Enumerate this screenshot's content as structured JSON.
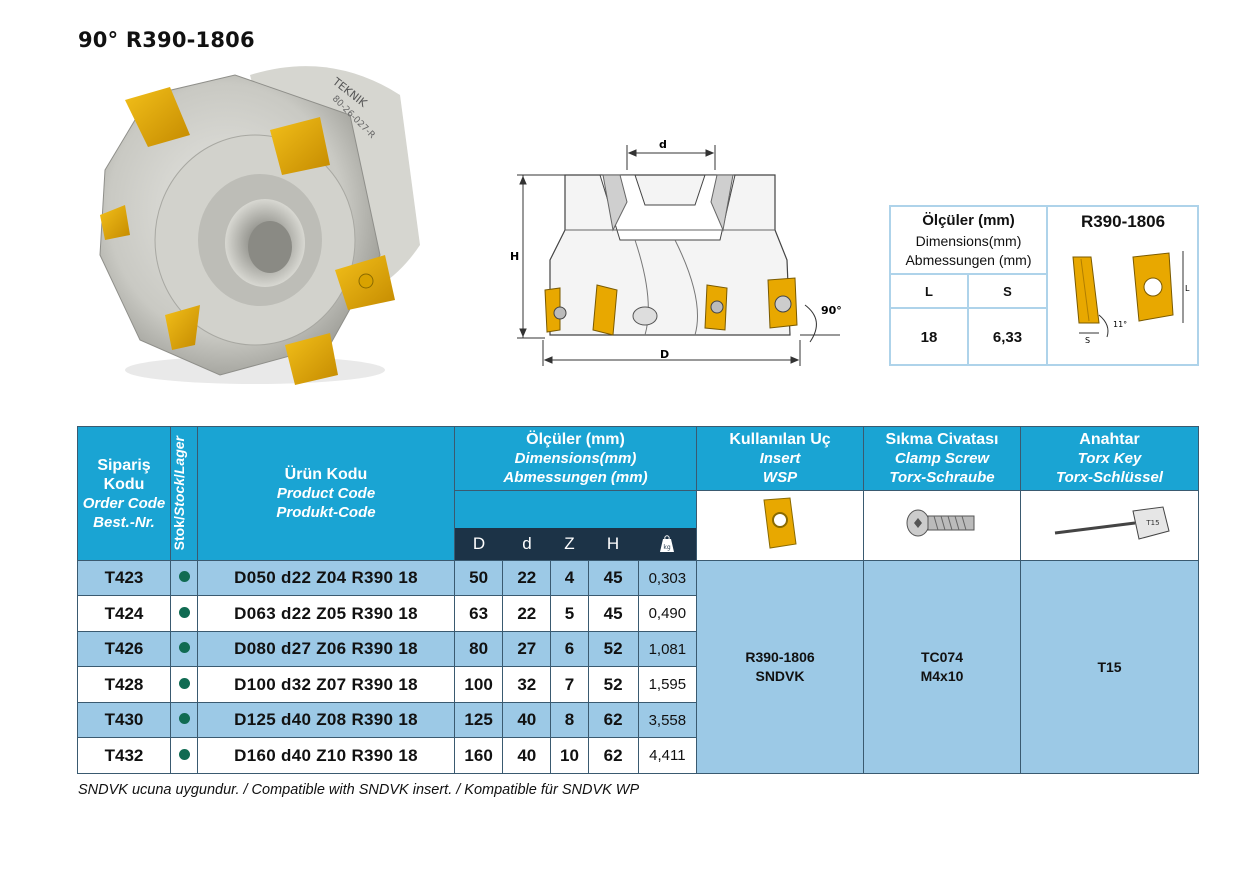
{
  "title": "90° R390-1806",
  "tool_marking": {
    "brand": "TEKNIK",
    "code": "80-26-027-R"
  },
  "drawing": {
    "d_label": "d",
    "h_label": "H",
    "D_label": "D",
    "angle_label": "90°"
  },
  "dimensions_box": {
    "header_tr": "Ölçüler (mm)",
    "header_en": "Dimensions(mm)",
    "header_de": "Abmessungen (mm)",
    "insert_name": "R390-1806",
    "col_l": "L",
    "col_s": "S",
    "val_l": "18",
    "val_s": "6,33",
    "insert_angle": "11°",
    "insert_l": "L",
    "insert_s": "S"
  },
  "table": {
    "col_order": {
      "tr": "Sipariş Kodu",
      "en": "Order Code",
      "de": "Best.-Nr."
    },
    "col_stock": {
      "tr": "Stok",
      "en": "Stock",
      "de": "Lager"
    },
    "col_product": {
      "tr": "Ürün Kodu",
      "en": "Product Code",
      "de": "Produkt-Code"
    },
    "col_dims": {
      "tr": "Ölçüler (mm)",
      "en": "Dimensions(mm)",
      "de": "Abmessungen (mm)"
    },
    "col_insert": {
      "tr": "Kullanılan Uç",
      "en": "Insert",
      "de": "WSP"
    },
    "col_screw": {
      "tr": "Sıkma Civatası",
      "en": "Clamp Screw",
      "de": "Torx-Schraube"
    },
    "col_key": {
      "tr": "Anahtar",
      "en": "Torx Key",
      "de": "Torx-Schlüssel"
    },
    "sub_headers": [
      "D",
      "d",
      "Z",
      "H"
    ],
    "weight_icon_label": "kg",
    "key_icon_label": "T15",
    "rows": [
      {
        "order": "T423",
        "product": "D050 d22 Z04 R390 18",
        "D": "50",
        "d": "22",
        "Z": "4",
        "H": "45",
        "kg": "0,303"
      },
      {
        "order": "T424",
        "product": "D063 d22 Z05 R390 18",
        "D": "63",
        "d": "22",
        "Z": "5",
        "H": "45",
        "kg": "0,490"
      },
      {
        "order": "T426",
        "product": "D080 d27 Z06 R390 18",
        "D": "80",
        "d": "27",
        "Z": "6",
        "H": "52",
        "kg": "1,081"
      },
      {
        "order": "T428",
        "product": "D100 d32 Z07 R390 18",
        "D": "100",
        "d": "32",
        "Z": "7",
        "H": "52",
        "kg": "1,595"
      },
      {
        "order": "T430",
        "product": "D125 d40 Z08 R390 18",
        "D": "125",
        "d": "40",
        "Z": "8",
        "H": "62",
        "kg": "3,558"
      },
      {
        "order": "T432",
        "product": "D160 d40 Z10 R390 18",
        "D": "160",
        "d": "40",
        "Z": "10",
        "H": "62",
        "kg": "4,411"
      }
    ],
    "insert_value": {
      "line1": "R390-1806",
      "line2": "SNDVK"
    },
    "screw_value": {
      "line1": "TC074",
      "line2": "M4x10"
    },
    "key_value": "T15"
  },
  "footer": "SNDVK ucuna uygundur. / Compatible with SNDVK insert. / Kompatible für SNDVK WP",
  "colors": {
    "header_blue": "#1aa4d3",
    "row_blue": "#9cc9e6",
    "sub_header_dark": "#1c3347",
    "stock_dot": "#106b52",
    "insert_gold": "#e8a800"
  }
}
